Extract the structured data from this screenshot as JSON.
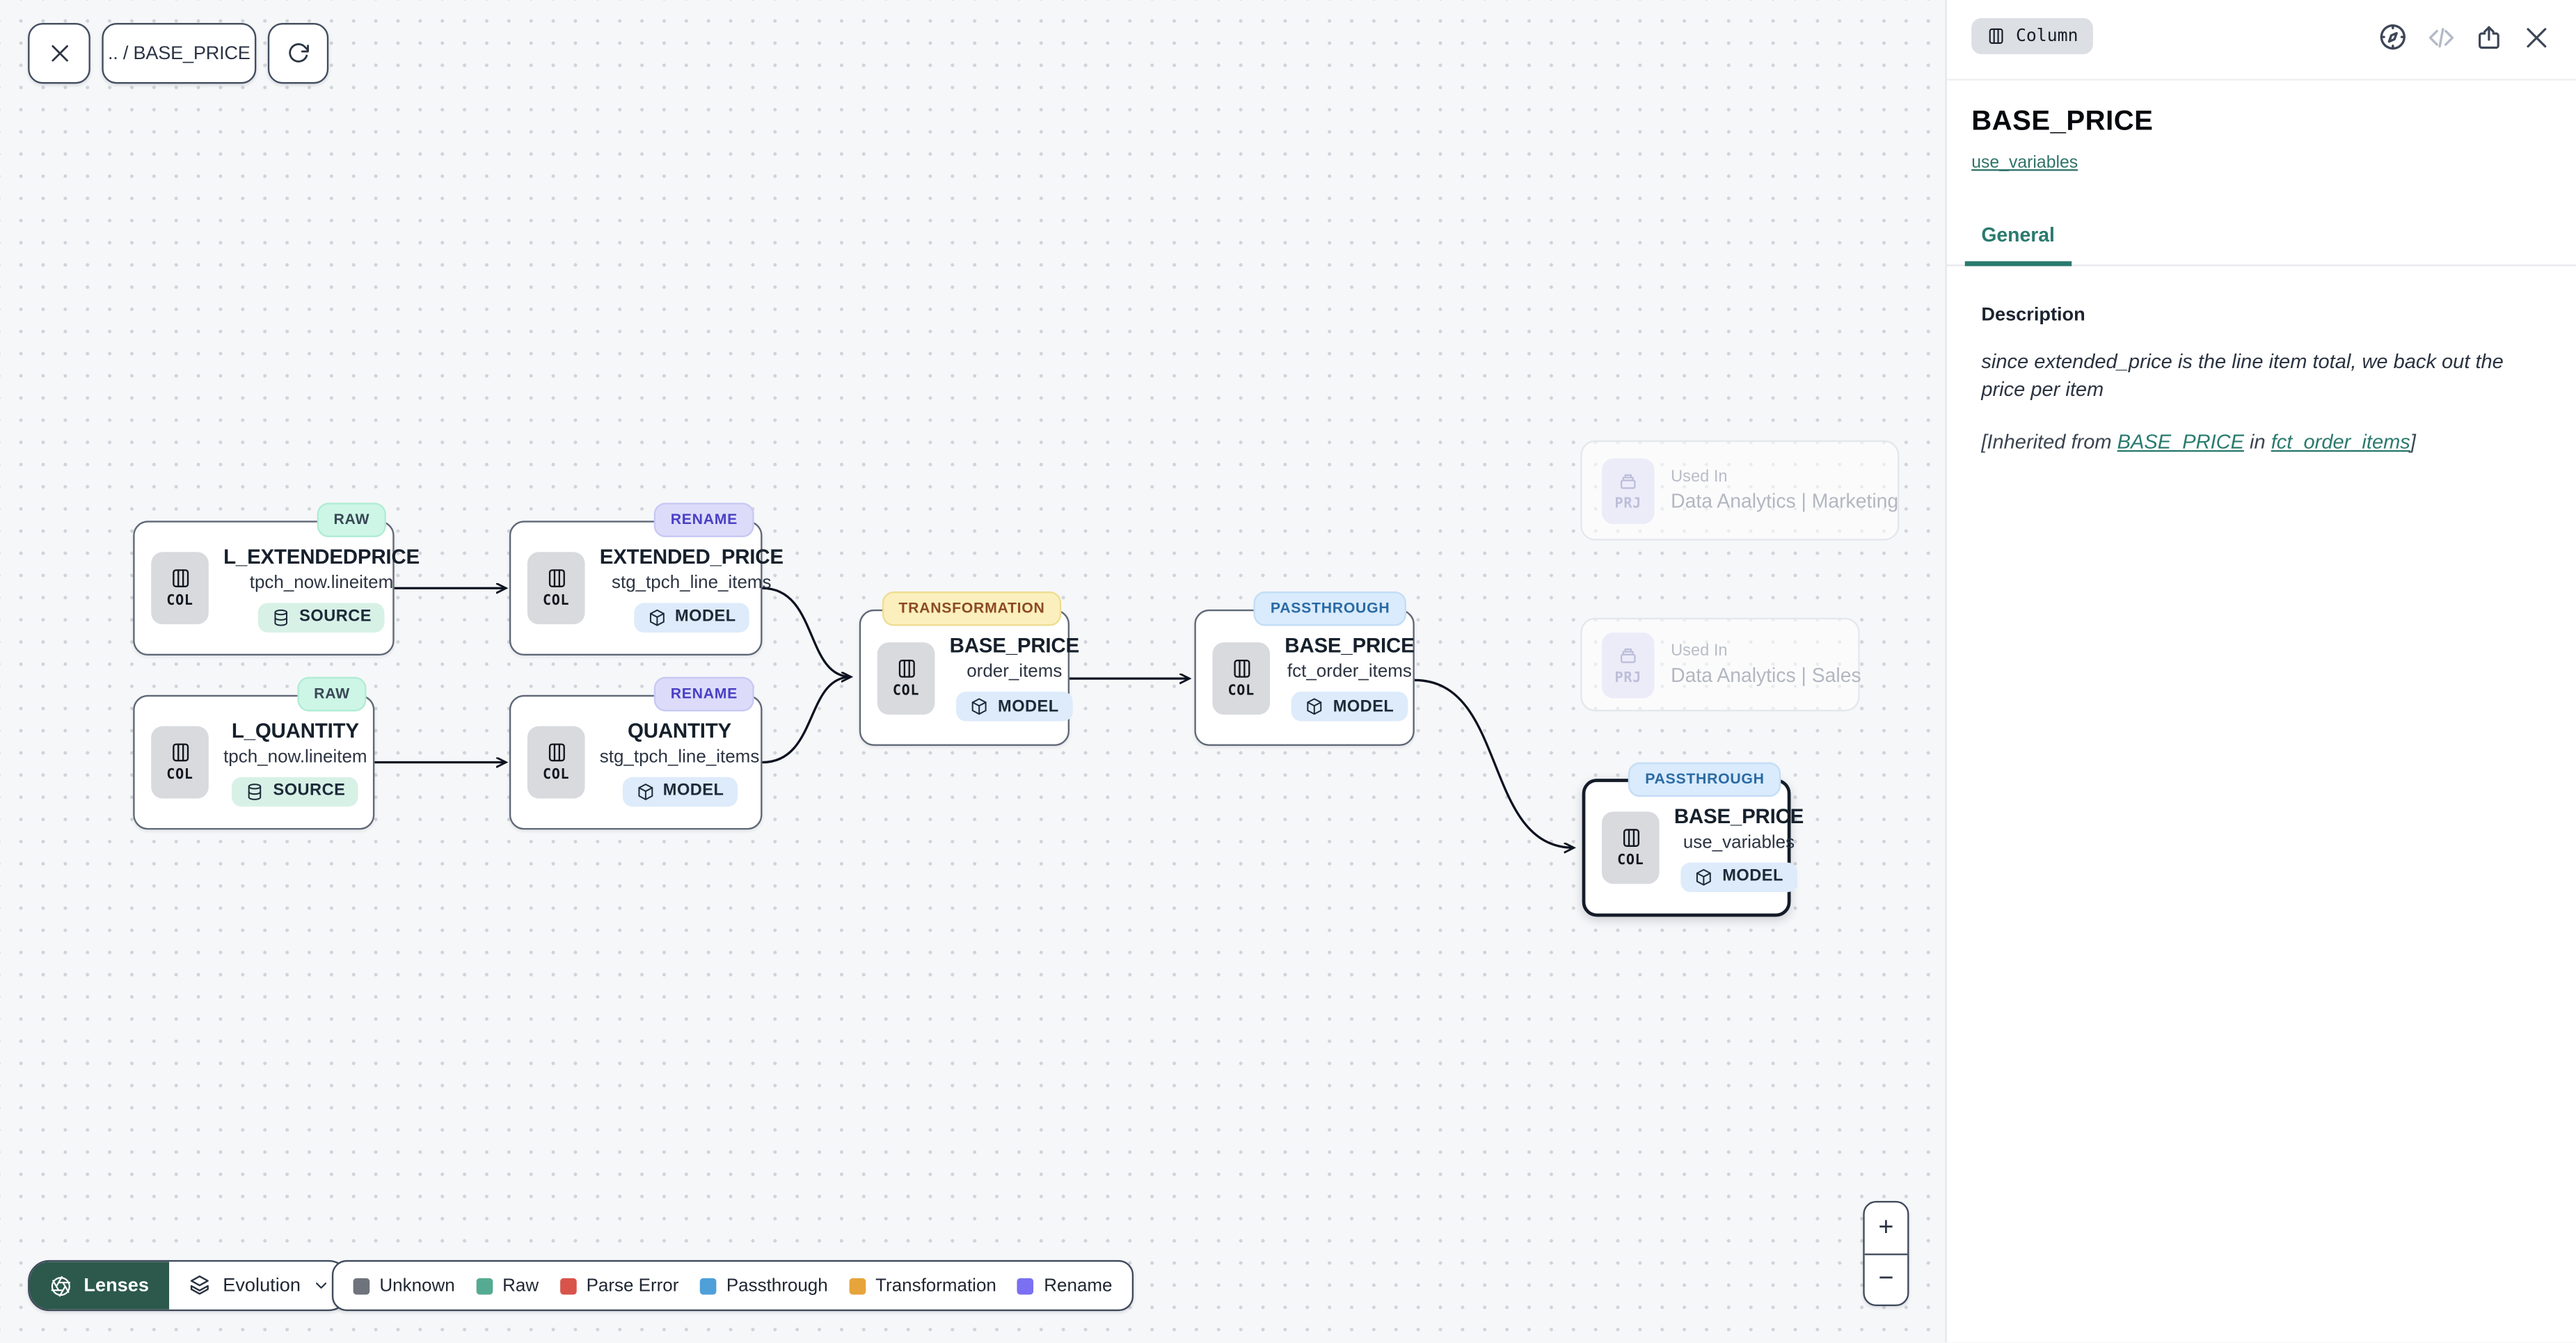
{
  "toolbar": {
    "breadcrumb": ".. / BASE_PRICE"
  },
  "canvas": {
    "nodes": [
      {
        "badge": "RAW",
        "chip": "COL",
        "title": "L_EXTENDEDPRICE",
        "subtitle": "tpch_now.lineitem",
        "kind": "SOURCE"
      },
      {
        "badge": "RENAME",
        "chip": "COL",
        "title": "EXTENDED_PRICE",
        "subtitle": "stg_tpch_line_items",
        "kind": "MODEL"
      },
      {
        "badge": "RAW",
        "chip": "COL",
        "title": "L_QUANTITY",
        "subtitle": "tpch_now.lineitem",
        "kind": "SOURCE"
      },
      {
        "badge": "RENAME",
        "chip": "COL",
        "title": "QUANTITY",
        "subtitle": "stg_tpch_line_items",
        "kind": "MODEL"
      },
      {
        "badge": "TRANSFORMATION",
        "chip": "COL",
        "title": "BASE_PRICE",
        "subtitle": "order_items",
        "kind": "MODEL"
      },
      {
        "badge": "PASSTHROUGH",
        "chip": "COL",
        "title": "BASE_PRICE",
        "subtitle": "fct_order_items",
        "kind": "MODEL"
      },
      {
        "badge": "PASSTHROUGH",
        "chip": "COL",
        "title": "BASE_PRICE",
        "subtitle": "use_variables",
        "kind": "MODEL",
        "selected": true
      }
    ],
    "used_in_nodes": [
      {
        "chip": "PRJ",
        "label": "Used In",
        "name": "Data Analytics | Marketing"
      },
      {
        "chip": "PRJ",
        "label": "Used In",
        "name": "Data Analytics | Sales"
      }
    ]
  },
  "footer": {
    "lenses_label": "Lenses",
    "lens_selected": "Evolution",
    "legend": [
      {
        "label": "Unknown",
        "color": "#6f737b"
      },
      {
        "label": "Raw",
        "color": "#55ab91"
      },
      {
        "label": "Parse Error",
        "color": "#d8544a"
      },
      {
        "label": "Passthrough",
        "color": "#4f9fd9"
      },
      {
        "label": "Transformation",
        "color": "#e7a43b"
      },
      {
        "label": "Rename",
        "color": "#7b70f2"
      }
    ]
  },
  "zoom_controls": {
    "zoom_in": "+",
    "zoom_out": "−"
  },
  "panel": {
    "type_badge": "Column",
    "title": "BASE_PRICE",
    "model_link": "use_variables",
    "tab_general": "General",
    "description_label": "Description",
    "description": "since extended_price is the line item total, we back out the price per item",
    "inherited_prefix": "[Inherited from ",
    "inherited_link_column": "BASE_PRICE",
    "inherited_infix": " in ",
    "inherited_link_model": "fct_order_items",
    "inherited_suffix": "]"
  },
  "colors": {
    "accent_teal": "#2a7a6e",
    "lenses_button_green": "#2d594c",
    "canvas_background": "#f6f7f9",
    "badge_raw_bg": "#cdf6e6",
    "badge_rename_bg": "#dcdcfa",
    "badge_rename_text": "#4b3fc4",
    "badge_transformation_bg": "#fbf0bd",
    "badge_transformation_text": "#8c4a26",
    "badge_passthrough_bg": "#d9ebfc",
    "badge_passthrough_text": "#2b6aa3"
  },
  "icons": {
    "close": "✕",
    "refresh": "↻",
    "columns": "column glyph",
    "database": "source cylinder",
    "cube": "model cube",
    "archive": "project box",
    "aperture": "lenses shutter",
    "layers": "evolution layers",
    "chevron_down": "⌄",
    "compass": "explore compass",
    "code": "</>",
    "share": "export arrow",
    "zoom_in": "+",
    "zoom_out": "−"
  }
}
